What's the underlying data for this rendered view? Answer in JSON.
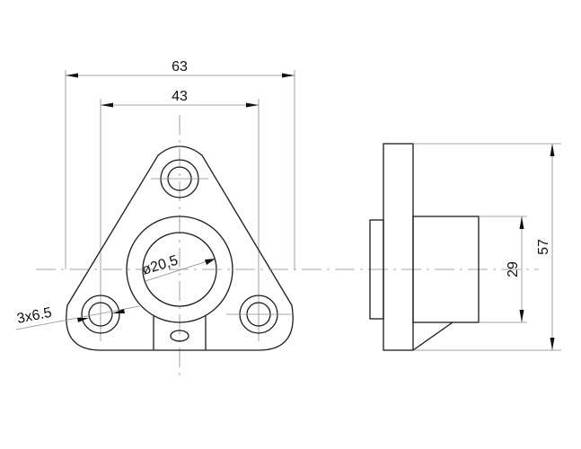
{
  "drawing": {
    "type": "technical-drawing",
    "views": [
      "front-view",
      "side-view"
    ],
    "line_color": "#1a1a1a",
    "dimension_color": "#8a8a8a"
  },
  "dimensions": {
    "overall_width": "63",
    "hole_spacing": "43",
    "bore_diameter": "ø20,5",
    "mounting_holes": "3x6.5",
    "boss_height": "29",
    "overall_height": "57"
  }
}
